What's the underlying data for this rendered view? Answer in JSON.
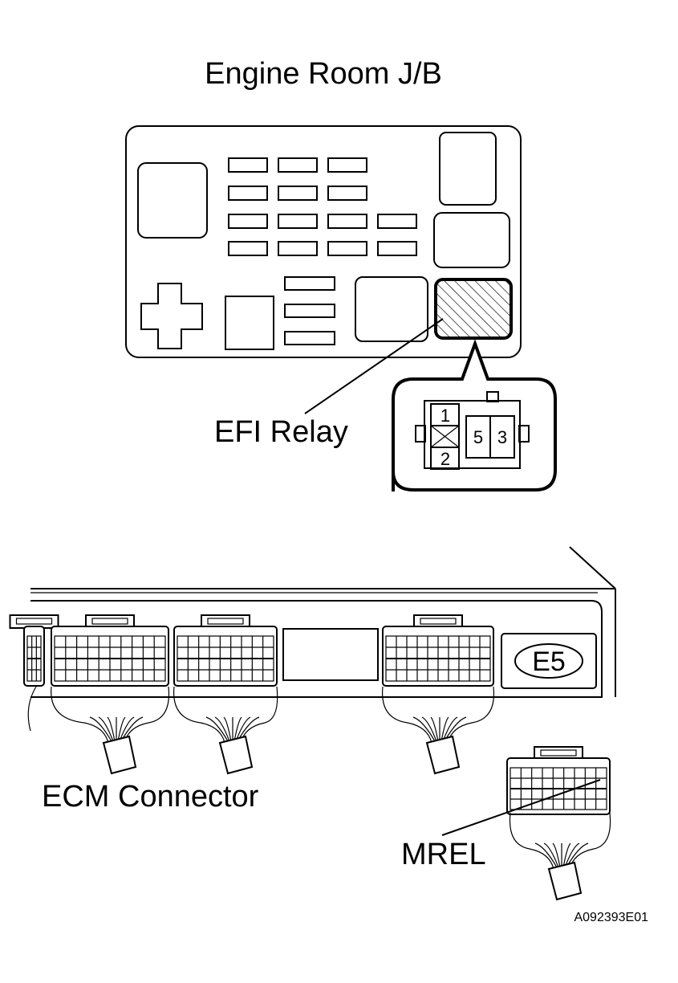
{
  "title": "Engine Room J/B",
  "labels": {
    "efi_relay": "EFI Relay",
    "ecm_connector": "ECM Connector",
    "mrel": "MREL",
    "connector_code": "E5",
    "figure_id": "A092393E01"
  },
  "relay_pins": {
    "pin1": "1",
    "pin2": "2",
    "pin5": "5",
    "pin3": "3"
  }
}
